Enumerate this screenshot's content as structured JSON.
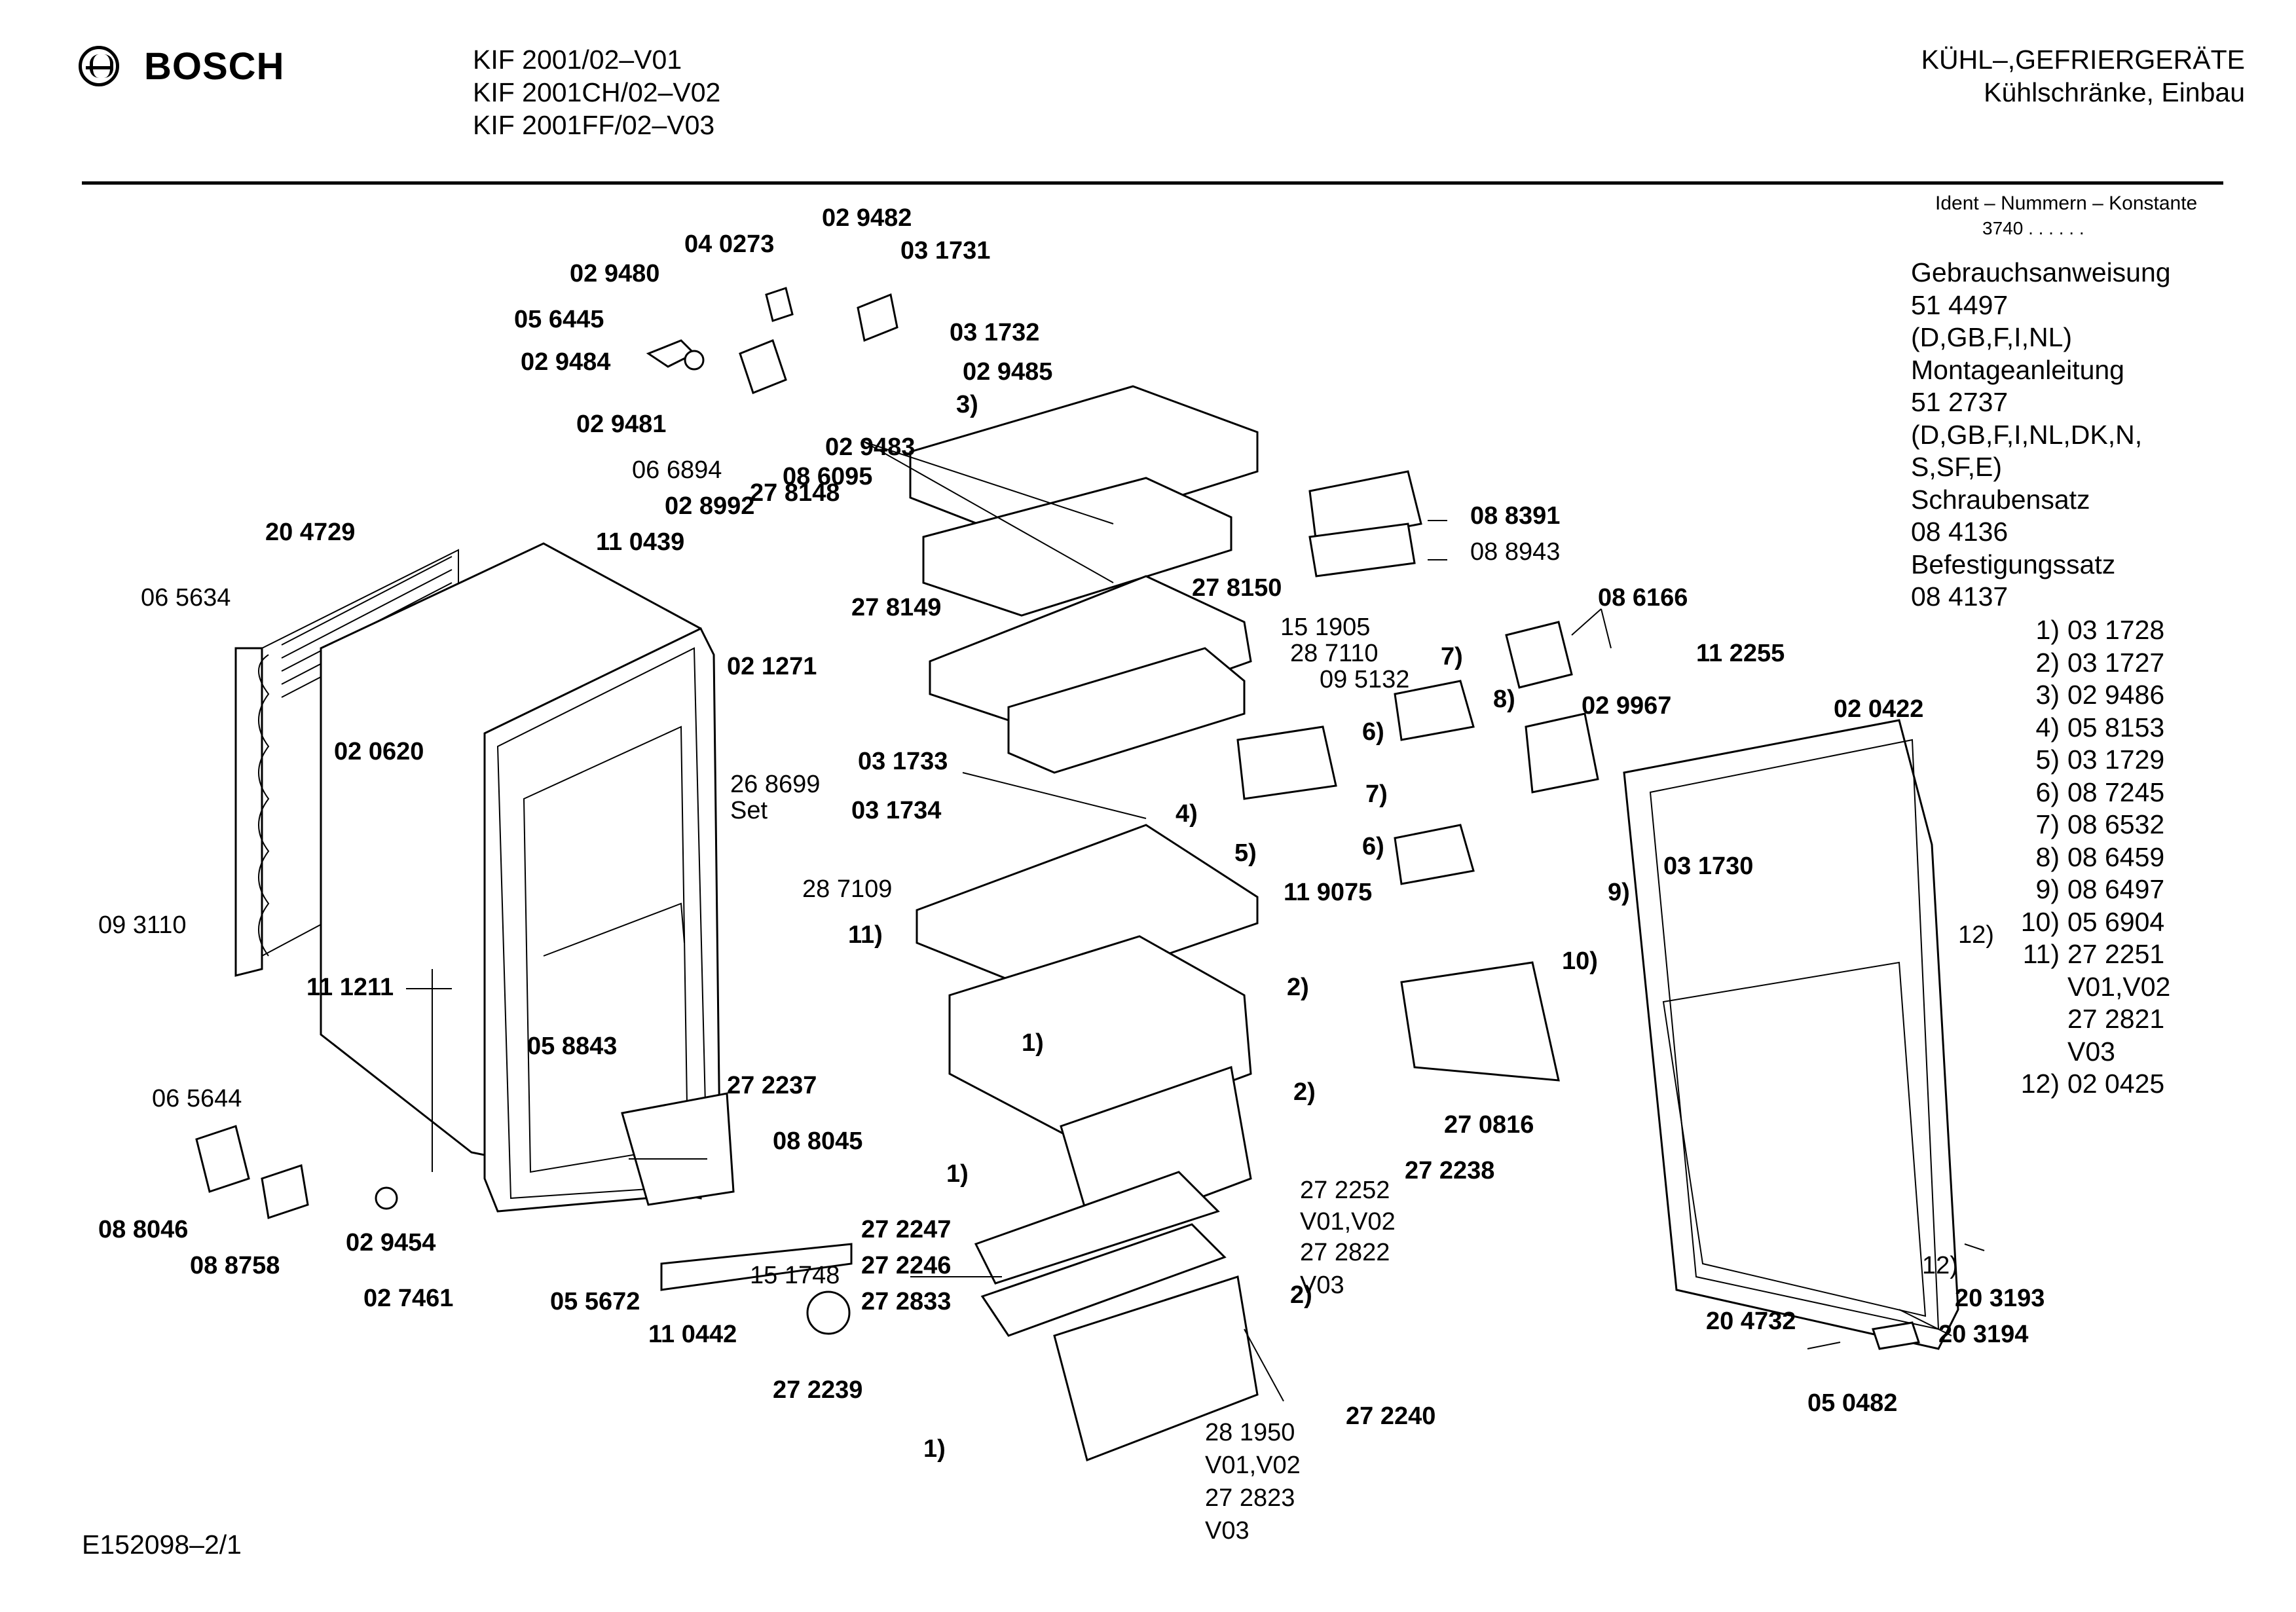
{
  "header": {
    "brand": "BOSCH",
    "models": [
      "KIF 2001/02–V01",
      "KIF 2001CH/02–V02",
      "KIF 2001FF/02–V03"
    ],
    "category": [
      "KÜHL–,GEFRIERGERÄTE",
      "Kühlschränke, Einbau"
    ]
  },
  "ident": {
    "label": "Ident – Nummern – Konstante",
    "value": "3740 . . . . . ."
  },
  "side_list": [
    "Gebrauchsanweisung",
    "51 4497",
    "(D,GB,F,I,NL)",
    "Montageanleitung",
    "51 2737",
    "(D,GB,F,I,NL,DK,N,",
    "S,SF,E)",
    "Schraubensatz",
    "08 4136",
    "Befestigungssatz",
    "08 4137"
  ],
  "notes": [
    {
      "key": "1)",
      "value": "03 1728"
    },
    {
      "key": "2)",
      "value": "03 1727"
    },
    {
      "key": "3)",
      "value": "02 9486"
    },
    {
      "key": "4)",
      "value": "05 8153"
    },
    {
      "key": "5)",
      "value": "03 1729"
    },
    {
      "key": "6)",
      "value": "08 7245"
    },
    {
      "key": "7)",
      "value": "08 6532"
    },
    {
      "key": "8)",
      "value": "08 6459"
    },
    {
      "key": "9)",
      "value": "08 6497"
    },
    {
      "key": "10)",
      "value": "05 6904"
    },
    {
      "key": "11)",
      "value": "27 2251",
      "more": [
        "V01,V02",
        "27 2821",
        "V03"
      ]
    },
    {
      "key": "12)",
      "value": "02 0425"
    }
  ],
  "callouts": [
    {
      "id": "c029482",
      "text": "02 9482",
      "bold": true
    },
    {
      "id": "c040273",
      "text": "04 0273",
      "bold": true
    },
    {
      "id": "c031731",
      "text": "03 1731",
      "bold": true
    },
    {
      "id": "c029480",
      "text": "02 9480",
      "bold": true
    },
    {
      "id": "c056445",
      "text": "05 6445",
      "bold": true
    },
    {
      "id": "c031732",
      "text": "03 1732",
      "bold": true
    },
    {
      "id": "c029484",
      "text": "02 9484",
      "bold": true
    },
    {
      "id": "c029485",
      "text": "02 9485",
      "bold": true
    },
    {
      "id": "c3",
      "text": "3)",
      "bold": true
    },
    {
      "id": "c029481",
      "text": "02 9481",
      "bold": true
    },
    {
      "id": "c029483",
      "text": "02 9483",
      "bold": true
    },
    {
      "id": "c066894",
      "text": "06 6894",
      "bold": false
    },
    {
      "id": "c086095",
      "text": "08 6095",
      "bold": true
    },
    {
      "id": "c028992",
      "text": "02 8992",
      "bold": true
    },
    {
      "id": "c204729",
      "text": "20 4729",
      "bold": true
    },
    {
      "id": "c110439",
      "text": "11 0439",
      "bold": true
    },
    {
      "id": "c278148",
      "text": "27 8148",
      "bold": true
    },
    {
      "id": "c088391",
      "text": "08 8391",
      "bold": true
    },
    {
      "id": "c088943",
      "text": "08 8943",
      "bold": false
    },
    {
      "id": "c065634",
      "text": "06 5634",
      "bold": false
    },
    {
      "id": "c278149",
      "text": "27 8149",
      "bold": true
    },
    {
      "id": "c278150",
      "text": "27 8150",
      "bold": true
    },
    {
      "id": "c086166",
      "text": "08 6166",
      "bold": true
    },
    {
      "id": "c151905",
      "text": "15 1905",
      "bold": false
    },
    {
      "id": "c287110",
      "text": "28 7110",
      "bold": false
    },
    {
      "id": "c095132",
      "text": "09 5132",
      "bold": false
    },
    {
      "id": "c7a",
      "text": "7)",
      "bold": true
    },
    {
      "id": "c112255",
      "text": "11 2255",
      "bold": true
    },
    {
      "id": "c021271",
      "text": "02 1271",
      "bold": true
    },
    {
      "id": "c8",
      "text": "8)",
      "bold": true
    },
    {
      "id": "c029967",
      "text": "02 9967",
      "bold": true
    },
    {
      "id": "c020422",
      "text": "02 0422",
      "bold": true
    },
    {
      "id": "c020620",
      "text": "02 0620",
      "bold": true
    },
    {
      "id": "c6a",
      "text": "6)",
      "bold": true
    },
    {
      "id": "c268699",
      "text": "26 8699",
      "bold": false
    },
    {
      "id": "cset",
      "text": "Set",
      "bold": false
    },
    {
      "id": "c031733",
      "text": "03 1733",
      "bold": true
    },
    {
      "id": "c031734",
      "text": "03 1734",
      "bold": true
    },
    {
      "id": "c4",
      "text": "4)",
      "bold": true
    },
    {
      "id": "c7b",
      "text": "7)",
      "bold": true
    },
    {
      "id": "c031730",
      "text": "03 1730",
      "bold": true
    },
    {
      "id": "c6b",
      "text": "6)",
      "bold": true
    },
    {
      "id": "c5",
      "text": "5)",
      "bold": true
    },
    {
      "id": "c9",
      "text": "9)",
      "bold": true
    },
    {
      "id": "c287109",
      "text": "28 7109",
      "bold": false
    },
    {
      "id": "c119075",
      "text": "11 9075",
      "bold": true
    },
    {
      "id": "c093110",
      "text": "09 3110",
      "bold": false
    },
    {
      "id": "c12a",
      "text": "12)",
      "bold": false
    },
    {
      "id": "c11",
      "text": "11)",
      "bold": true
    },
    {
      "id": "c111211",
      "text": "11 1211",
      "bold": true
    },
    {
      "id": "c2a",
      "text": "2)",
      "bold": true
    },
    {
      "id": "c10",
      "text": "10)",
      "bold": true
    },
    {
      "id": "c1a",
      "text": "1)",
      "bold": true
    },
    {
      "id": "c058843",
      "text": "05 8843",
      "bold": true
    },
    {
      "id": "c272237",
      "text": "27 2237",
      "bold": true
    },
    {
      "id": "c2b",
      "text": "2)",
      "bold": true
    },
    {
      "id": "c065644",
      "text": "06 5644",
      "bold": false
    },
    {
      "id": "c270816",
      "text": "27 0816",
      "bold": true
    },
    {
      "id": "c088045",
      "text": "08 8045",
      "bold": true
    },
    {
      "id": "c272238",
      "text": "27 2238",
      "bold": true
    },
    {
      "id": "c1b",
      "text": "1)",
      "bold": true
    },
    {
      "id": "c272252",
      "text": "27 2252",
      "bold": false
    },
    {
      "id": "cv0102a",
      "text": "V01,V02",
      "bold": false
    },
    {
      "id": "c088046",
      "text": "08 8046",
      "bold": true
    },
    {
      "id": "c272247",
      "text": "27 2247",
      "bold": true
    },
    {
      "id": "c272822",
      "text": "27 2822",
      "bold": false
    },
    {
      "id": "c029454",
      "text": "02 9454",
      "bold": true
    },
    {
      "id": "c272246",
      "text": "27 2246",
      "bold": true
    },
    {
      "id": "cv03a",
      "text": "V03",
      "bold": false
    },
    {
      "id": "c088758",
      "text": "08 8758",
      "bold": true
    },
    {
      "id": "c151748",
      "text": "15 1748",
      "bold": false
    },
    {
      "id": "c12b",
      "text": "12)",
      "bold": false
    },
    {
      "id": "c272833",
      "text": "27 2833",
      "bold": true
    },
    {
      "id": "c2c",
      "text": "2)",
      "bold": true
    },
    {
      "id": "c203193",
      "text": "20 3193",
      "bold": true
    },
    {
      "id": "c027461",
      "text": "02 7461",
      "bold": true
    },
    {
      "id": "c055672",
      "text": "05 5672",
      "bold": true
    },
    {
      "id": "c204732",
      "text": "20 4732",
      "bold": true
    },
    {
      "id": "c110442",
      "text": "11 0442",
      "bold": true
    },
    {
      "id": "c203194",
      "text": "20 3194",
      "bold": true
    },
    {
      "id": "c272239",
      "text": "27 2239",
      "bold": true
    },
    {
      "id": "c272240",
      "text": "27 2240",
      "bold": true
    },
    {
      "id": "c050482",
      "text": "05 0482",
      "bold": true
    },
    {
      "id": "c281950",
      "text": "28 1950",
      "bold": false
    },
    {
      "id": "c1c",
      "text": "1)",
      "bold": true
    },
    {
      "id": "cv0102b",
      "text": "V01,V02",
      "bold": false
    },
    {
      "id": "c272823",
      "text": "27 2823",
      "bold": false
    },
    {
      "id": "cv03b",
      "text": "V03",
      "bold": false
    }
  ],
  "footer": {
    "drawing_no": "E152098–2/1"
  }
}
